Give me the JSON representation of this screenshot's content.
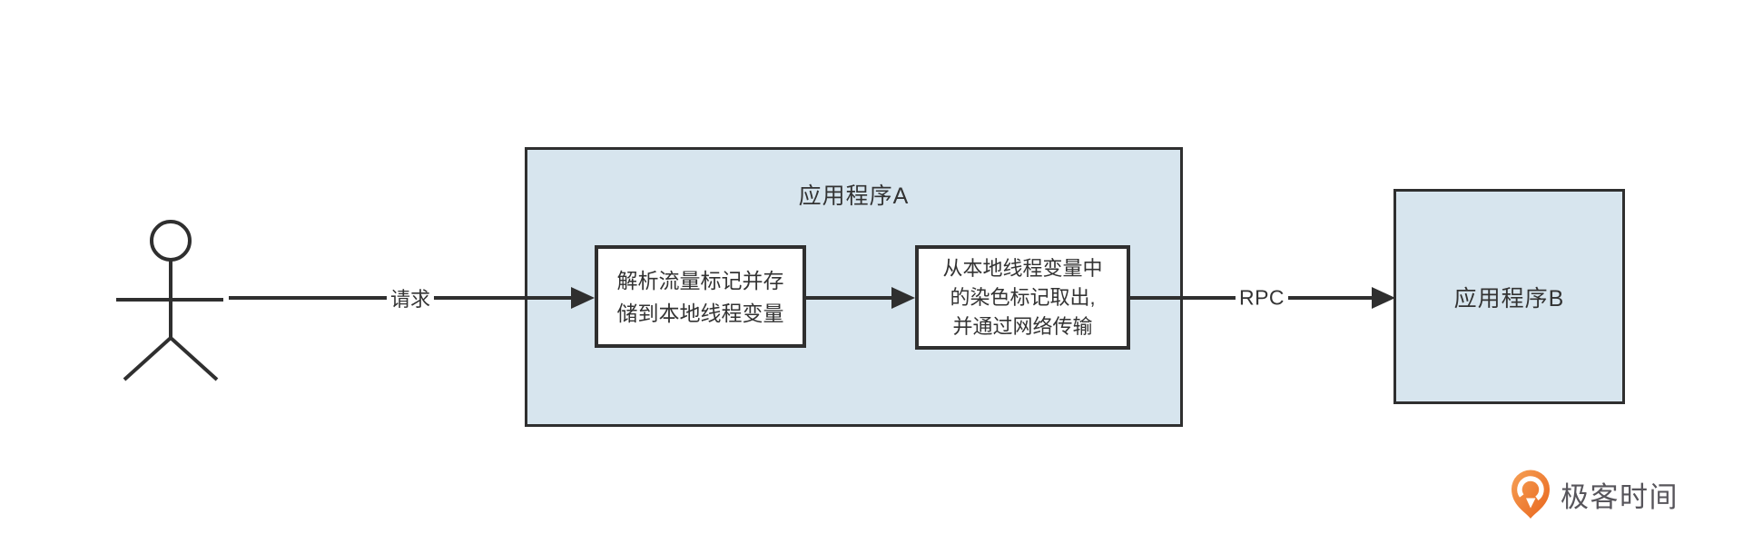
{
  "flow": {
    "request_label": "请求",
    "rpc_label": "RPC"
  },
  "app_a": {
    "title": "应用程序A",
    "step1_lines": [
      "解析流量标记并存",
      "储到本地线程变量"
    ],
    "step2_lines": [
      "从本地线程变量中",
      "的染色标记取出,",
      "并通过网络传输"
    ]
  },
  "app_b": {
    "title": "应用程序B"
  },
  "branding": {
    "logo_text": "极客时间"
  },
  "colors": {
    "app_box_fill": "#d7e5ee",
    "diagram_stroke": "#2f2f2f",
    "logo_orange": "#ee7224",
    "logo_text_gray": "#57555b"
  }
}
